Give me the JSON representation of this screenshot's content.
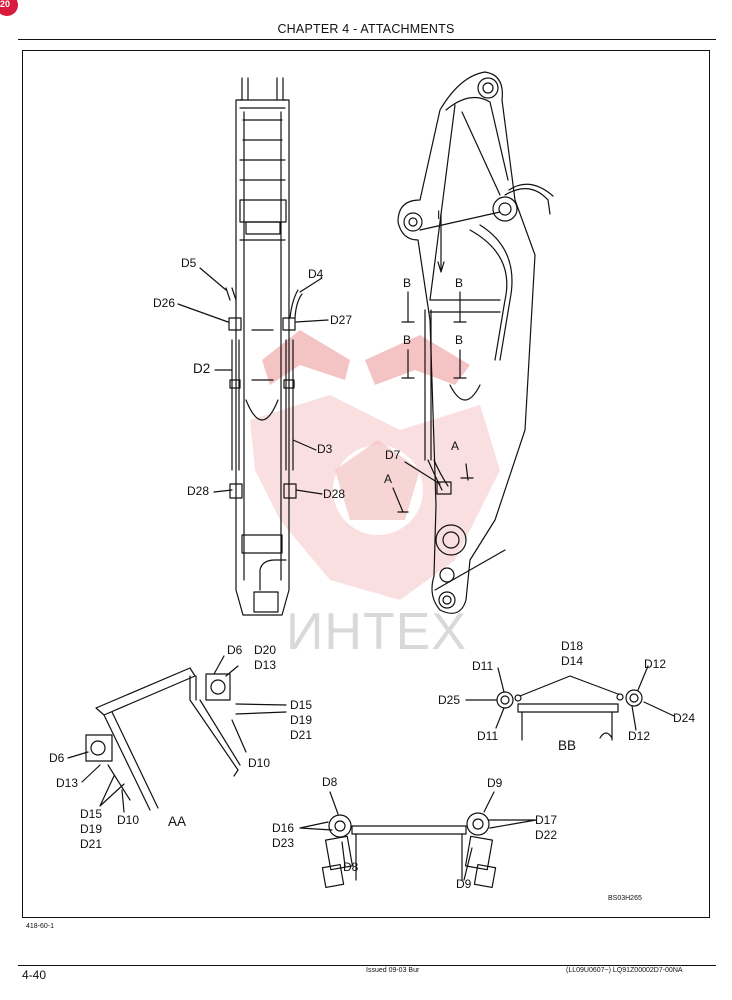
{
  "header": {
    "chapter": "CHAPTER 4 - ATTACHMENTS"
  },
  "watermark": {
    "text": "ИНТЕХ",
    "color": "#f3b9b9"
  },
  "figure": {
    "id": "BS03H265",
    "section_refs": {
      "a": "A",
      "b": "B",
      "i": "I"
    },
    "boom_labels": {
      "d5": "D5",
      "d4": "D4",
      "d26": "D26",
      "d27": "D27",
      "d2": "D2",
      "d3": "D3",
      "d28_left": "D28",
      "d28_right": "D28",
      "d7": "D7"
    },
    "view_aa": {
      "title": "AA",
      "d6_top": "D6",
      "d20": "D20",
      "d13_top": "D13",
      "d15_top": "D15",
      "d19_top": "D19",
      "d21_top": "D21",
      "d10_top": "D10",
      "d6_left": "D6",
      "d13_left": "D13",
      "d15_bottom": "D15",
      "d19_bottom": "D19",
      "d21_bottom": "D21",
      "d10_bottom": "D10"
    },
    "view_bb": {
      "title": "BB",
      "d18": "D18",
      "d14": "D14",
      "d11_top": "D11",
      "d12_top": "D12",
      "d25": "D25",
      "d24": "D24",
      "d11_bottom": "D11",
      "d12_bottom": "D12"
    },
    "view_cyl": {
      "d8_top": "D8",
      "d9_top": "D9",
      "d16": "D16",
      "d23": "D23",
      "d17": "D17",
      "d22": "D22",
      "d8_bottom": "D8",
      "d9_bottom": "D9"
    }
  },
  "footer": {
    "figure_number": "418-60-1",
    "page": "4-40",
    "issued": "Issued 09-03   Bur",
    "doc_id": "(LL09U0607~)   LQ91Z00002D7-00NA"
  }
}
